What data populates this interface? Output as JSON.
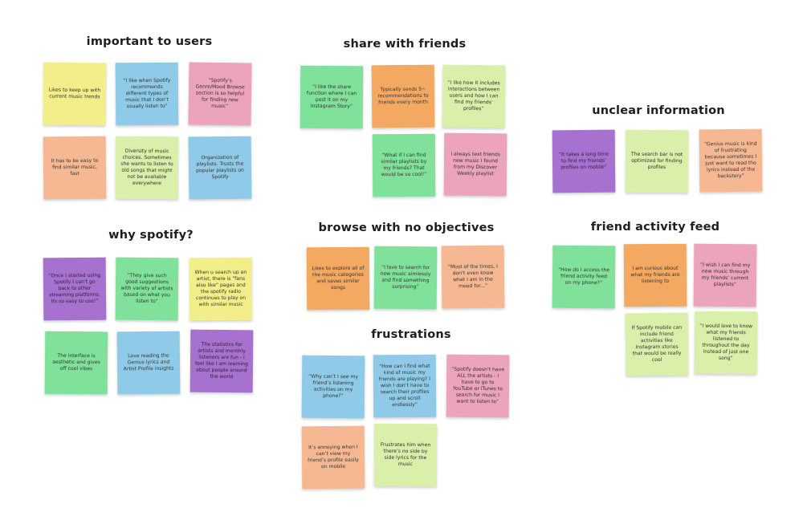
{
  "colors": {
    "yellow": "#f2ef8a",
    "blue": "#8fcbe8",
    "pink": "#eca3bc",
    "peach": "#f6b892",
    "lime": "#d9efaa",
    "green": "#80e29a",
    "orange": "#f4a962",
    "purple": "#a771cf"
  },
  "groups": [
    {
      "title": "important to users",
      "notes": [
        {
          "text": "Likes to keep up with current music trends",
          "color": "yellow"
        },
        {
          "text": "“I like when Spotify recommends different types of music that I don’t usually listen to”",
          "color": "blue"
        },
        {
          "text": "“Spotify’s Genre/Mood Browse section is so helpful for finding new music”",
          "color": "pink"
        },
        {
          "text": "It has to be easy to find similar music, fast",
          "color": "peach"
        },
        {
          "text": "Diversity of music choices. Sometimes she wants to listen to old songs that might not be available everywhere",
          "color": "lime"
        },
        {
          "text": "Organization of playlists. Trusts the popular playlists on Spotify",
          "color": "blue"
        }
      ]
    },
    {
      "title": "why spotify?",
      "notes": [
        {
          "text": "“Once I started using Spotify I can’t go back to other streaming platforms. Its so easy to use!”",
          "color": "purple"
        },
        {
          "text": "“They give such good suggestions with variety of artists based on what you listen to”",
          "color": "green"
        },
        {
          "text": "When u search up an artist, there is “fans also like” pages and the spotify radio continues to play on with similar music",
          "color": "yellow"
        },
        {
          "text": "The interface is aesthetic and gives off cool vibes",
          "color": "green"
        },
        {
          "text": "Love reading the Genius lyrics and Artist Profile insights",
          "color": "blue"
        },
        {
          "text": "The statistics for artists and monthly listeners are fun - I feel like I am learning about people around the world",
          "color": "purple"
        }
      ]
    },
    {
      "title": "share with friends",
      "notes": [
        {
          "text": "“I like the share function where I can post it on my Instagram Story”",
          "color": "green"
        },
        {
          "text": "Typically sends 5~ recommendations to friends every month",
          "color": "orange"
        },
        {
          "text": "“I like how it includes interactions between users and how I can find my friends’ profiles”",
          "color": "lime"
        },
        {
          "text": "“What if I can find similar playlists by my friends? That would be so cool!”",
          "color": "green"
        },
        {
          "text": "I always text friends new music I found from my Discover Weekly playlist",
          "color": "pink"
        }
      ]
    },
    {
      "title": "browse with no objectives",
      "notes": [
        {
          "text": "Likes to explore all of the music categories and saves similar songs",
          "color": "orange"
        },
        {
          "text": "“I love to search for new music aimlessly and find something surprising”",
          "color": "green"
        },
        {
          "text": "“Most of the times, I don’t even know what I am in the mood for...”",
          "color": "peach"
        }
      ]
    },
    {
      "title": "frustrations",
      "notes": [
        {
          "text": "“Why can’t I see my friend’s listening activities on my phone?”",
          "color": "blue"
        },
        {
          "text": "“How can I find what kind of music my friends are playing? I wish I don’t have to search their profiles up and scroll endlessly”",
          "color": "blue"
        },
        {
          "text": "“Spotify doesn’t have ALL the artists - I have to go to YouTube or iTunes to search for music I want to listen to”",
          "color": "pink"
        },
        {
          "text": "It’s annoying when I can’t view my friend’s profile easily on mobile",
          "color": "peach"
        },
        {
          "text": "Frustrates him when there’s no side by side lyrics for the music",
          "color": "lime"
        }
      ]
    },
    {
      "title": "unclear information",
      "notes": [
        {
          "text": "“It takes a long time to find my friends’ profiles on mobile”",
          "color": "purple"
        },
        {
          "text": "The search bar is not optimized for finding profiles",
          "color": "lime"
        },
        {
          "text": "“Genius music is kind of frustrating because sometimes I just want to read the lyrics instead of the backstory”",
          "color": "peach"
        }
      ]
    },
    {
      "title": "friend activity feed",
      "notes": [
        {
          "text": "“How do I access the friend activity feed on my phone?”",
          "color": "green"
        },
        {
          "text": "I am curious about what my friends are listening to",
          "color": "orange"
        },
        {
          "text": "“I wish I can find my new music through my friends’ current playlists”",
          "color": "pink"
        },
        {
          "text": "If Spotify mobile can include friend activities like Instagram stories that would be really cool",
          "color": "lime"
        },
        {
          "text": "“I would love to know what my friends listened to throughout the day instead of just one song”",
          "color": "lime"
        }
      ]
    }
  ]
}
